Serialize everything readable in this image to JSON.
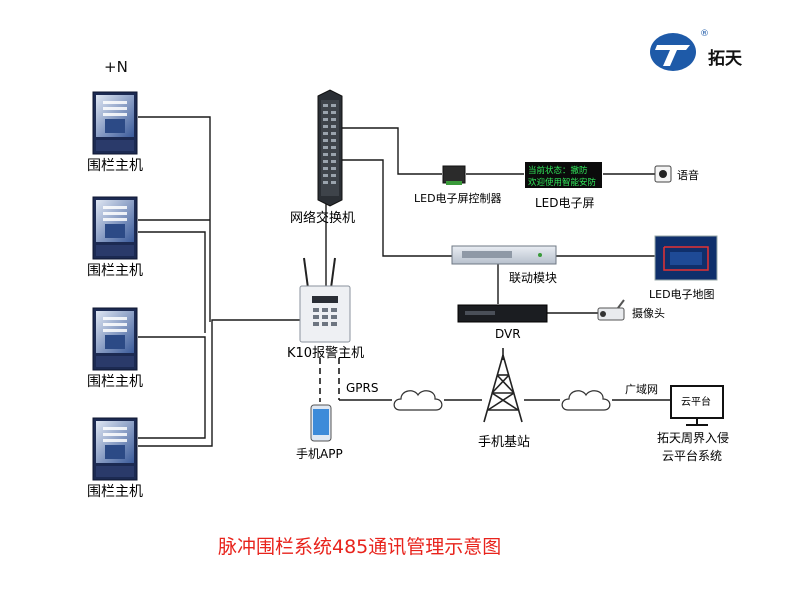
{
  "brand": {
    "name": "拓天",
    "registered": "®"
  },
  "left": {
    "power_label": "+N",
    "hosts": [
      "围栏主机",
      "围栏主机",
      "围栏主机",
      "围栏主机"
    ]
  },
  "devices": {
    "switch": "网络交换机",
    "alarm_host": "K10报警主机",
    "mobile_app": "手机APP",
    "led_controller": "LED电子屏控制器",
    "led_screen": "LED电子屏",
    "led_screen_line1": "当前状态：撤防",
    "led_screen_line2": "欢迎使用智能安防",
    "voice": "语音",
    "linkage": "联动模块",
    "led_map": "LED电子地图",
    "dvr": "DVR",
    "camera": "摄像头",
    "gprs": "GPRS",
    "base_station": "手机基站",
    "wan": "广域网",
    "cloud_screen": "云平台",
    "cloud_line1": "拓天周界入侵",
    "cloud_line2": "云平台系统"
  },
  "title": "脉冲围栏系统485通讯管理示意图",
  "colors": {
    "title": "#e8231c",
    "brand_blue": "#1e5aa8",
    "line": "#1a1a1a",
    "led_text": "#31e65a"
  }
}
